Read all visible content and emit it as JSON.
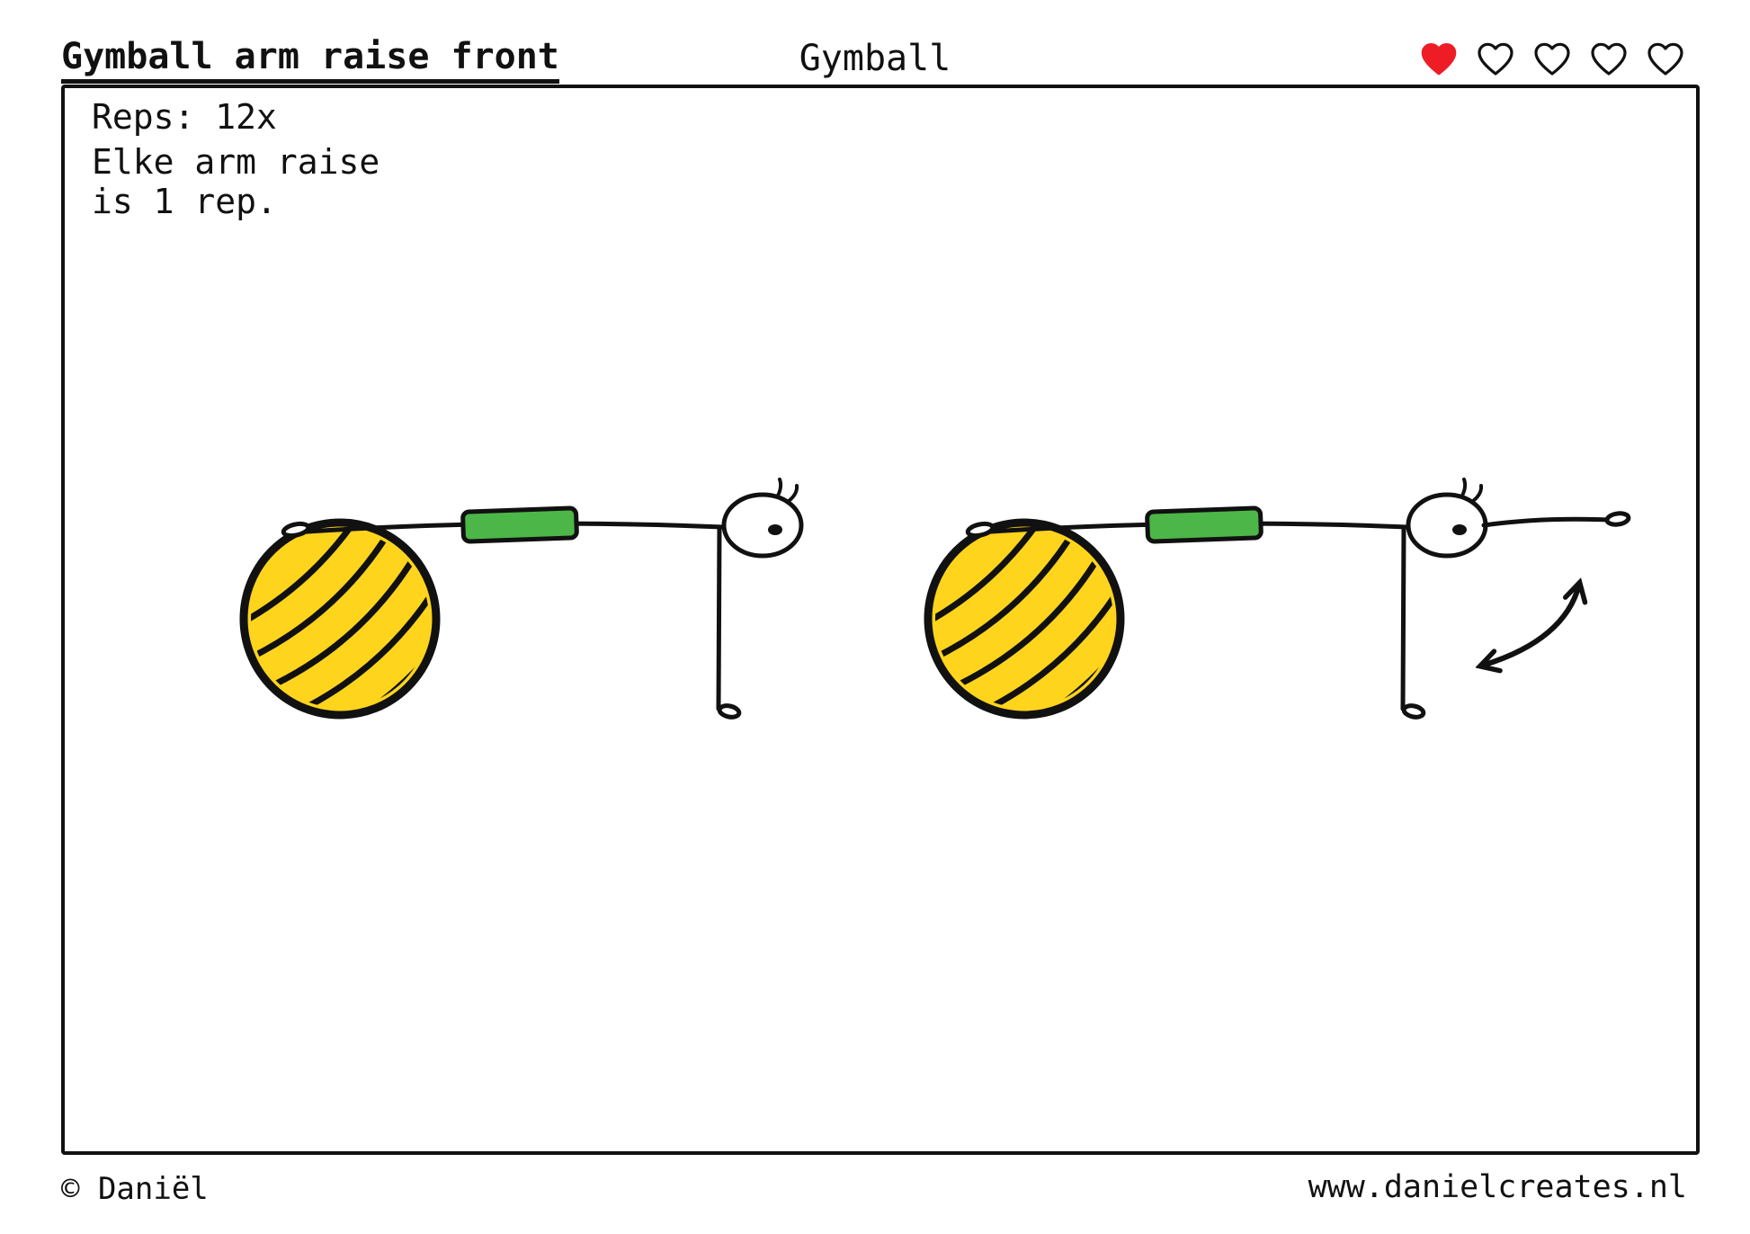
{
  "header": {
    "title": "Gymball arm raise front",
    "category": "Gymball",
    "rating": {
      "filled": 1,
      "total": 5
    }
  },
  "instructions": {
    "reps": "Reps: 12x",
    "note_line1": "Elke arm raise",
    "note_line2": "is 1 rep."
  },
  "footer": {
    "copyright": "© Daniël",
    "website": "www.danielcreates.nl"
  },
  "colors": {
    "heart-red": "#ee1c25",
    "ball-yellow": "#ffd41c",
    "pad-green": "#4cb648",
    "ink-black": "#111111"
  }
}
